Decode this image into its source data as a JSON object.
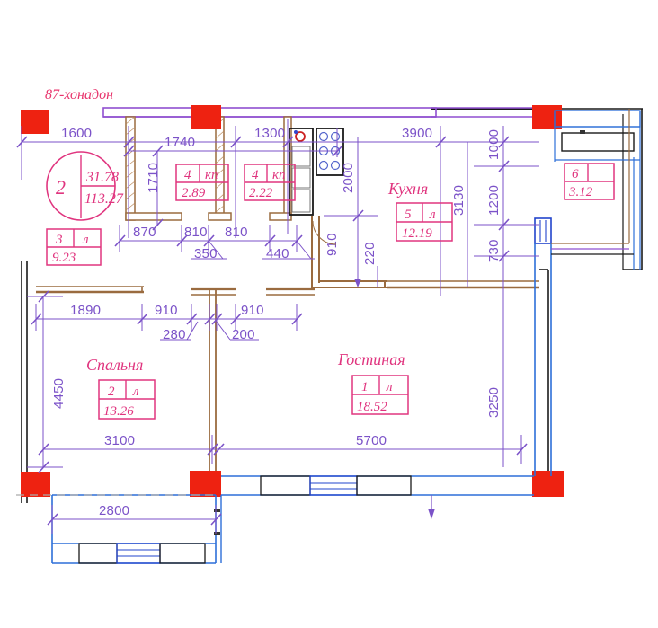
{
  "plan": {
    "title": "87-хонадон",
    "colors": {
      "dimension": "#7b52c8",
      "room_label": "#e0357f",
      "wall_outer": "#1a1a1a",
      "wall_inner": "#9a6b3f",
      "column": "#ee2211",
      "window": "#2255cc",
      "balcony": "#2d6fd8"
    },
    "summary_badge": {
      "name": "apartment-summary",
      "rooms": "2",
      "living_area": "31.78",
      "total_area": "113.27"
    },
    "rooms": [
      {
        "id": "1",
        "type": "л",
        "area": "18.52",
        "name": "Гостиная"
      },
      {
        "id": "2",
        "type": "л",
        "area": "13.26",
        "name": "Спальня"
      },
      {
        "id": "3",
        "type": "л",
        "area": "9.23",
        "name": ""
      },
      {
        "id": "4",
        "type": "кп",
        "area": "2.89",
        "name": ""
      },
      {
        "id": "4",
        "type": "кп",
        "area": "2.22",
        "name": ""
      },
      {
        "id": "5",
        "type": "л",
        "area": "12.19",
        "name": "Кухня"
      },
      {
        "id": "6",
        "type": "",
        "area": "3.12",
        "name": ""
      }
    ],
    "room_names": {
      "kitchen": "Кухня",
      "bedroom": "Спальня",
      "living": "Гостиная"
    },
    "dimensions": {
      "top_chain": [
        "1600",
        "1740",
        "1300",
        "3900"
      ],
      "mid_chain": [
        "870",
        "810",
        "810"
      ],
      "leaders": [
        "350",
        "440",
        "280",
        "200"
      ],
      "lower_chain": [
        "1890",
        "910",
        "910"
      ],
      "bottom_chain": [
        "3100",
        "5700"
      ],
      "balcony_bottom": "2800",
      "left_vertical": [
        "1710",
        "4450"
      ],
      "right_vertical": [
        "1000",
        "1200",
        "730",
        "3250"
      ],
      "kitchen_vertical": [
        "3130",
        "2000",
        "910",
        "220"
      ]
    },
    "dim_values": {
      "d1600": "1600",
      "d1740": "1740",
      "d1300": "1300",
      "d3900": "3900",
      "d1710": "1710",
      "d2000": "2000",
      "d1000": "1000",
      "d3130": "3130",
      "d1200": "1200",
      "d870": "870",
      "d810a": "810",
      "d810b": "810",
      "d350": "350",
      "d440": "440",
      "d910a": "910",
      "d220": "220",
      "d730": "730",
      "d1890": "1890",
      "d910b": "910",
      "d910c": "910",
      "d280": "280",
      "d200": "200",
      "d4450": "4450",
      "d3250": "3250",
      "d3100": "3100",
      "d5700": "5700",
      "d2800": "2800"
    }
  }
}
